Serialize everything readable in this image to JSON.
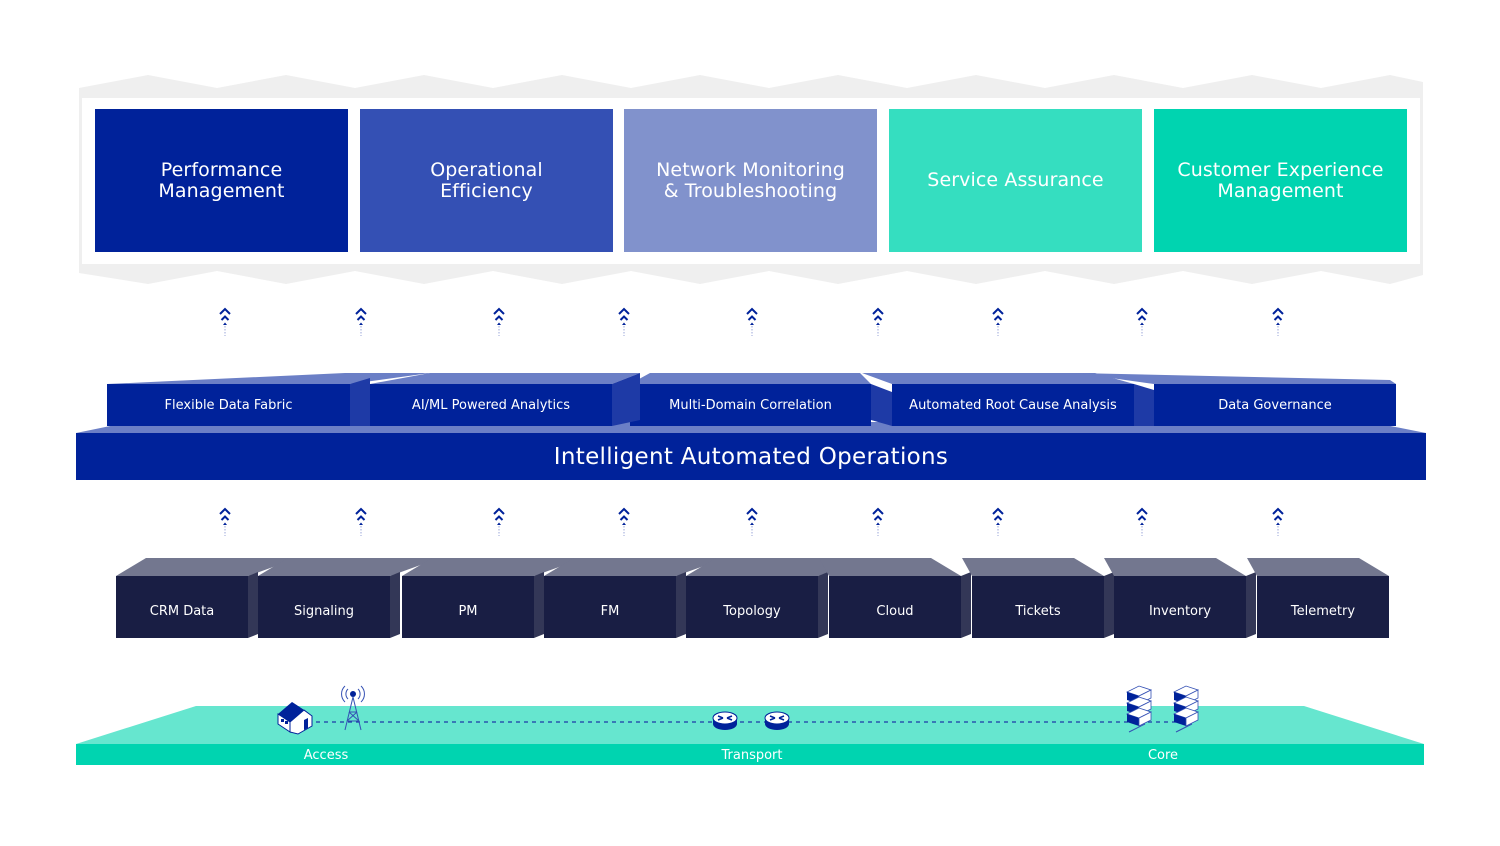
{
  "colors": {
    "navy": "#00229a",
    "royal": "#3450b4",
    "periwinkle": "#8192cc",
    "mint": "#35dec0",
    "teal": "#00d4b0",
    "capability_top": "#6b7fc6",
    "capability_side": "#1e3aa6",
    "source_front": "#191e44",
    "source_top": "#73778f",
    "source_side": "#333757",
    "network_top": "#66e6cf",
    "network_front": "#00d4b0",
    "arrow": "#00229a"
  },
  "use_cases": [
    {
      "label": "Performance\nManagement",
      "color": "#00229a"
    },
    {
      "label": "Operational\nEfficiency",
      "color": "#3450b4"
    },
    {
      "label": "Network Monitoring\n& Troubleshooting",
      "color": "#8192cc"
    },
    {
      "label": "Service Assurance",
      "color": "#35dec0"
    },
    {
      "label": "Customer Experience\nManagement",
      "color": "#00d4b0"
    }
  ],
  "platform": {
    "title": "Intelligent  Automated Operations",
    "capabilities": [
      {
        "label": "Flexible Data Fabric"
      },
      {
        "label": "AI/ML Powered Analytics"
      },
      {
        "label": "Multi-Domain Correlation"
      },
      {
        "label": "Automated Root Cause Analysis"
      },
      {
        "label": "Data Governance"
      }
    ]
  },
  "arrows": {
    "upper_row_count": 9,
    "lower_row_count": 9,
    "icon": "double-chevron-up-icon"
  },
  "data_sources": [
    {
      "label": "CRM Data"
    },
    {
      "label": "Signaling"
    },
    {
      "label": "PM"
    },
    {
      "label": "FM"
    },
    {
      "label": "Topology"
    },
    {
      "label": "Cloud"
    },
    {
      "label": "Tickets"
    },
    {
      "label": "Inventory"
    },
    {
      "label": "Telemetry"
    }
  ],
  "network": {
    "domains": [
      {
        "label": "Access",
        "icons": [
          "house-icon",
          "cell-tower-icon"
        ]
      },
      {
        "label": "Transport",
        "icons": [
          "router-icon",
          "router-icon"
        ]
      },
      {
        "label": "Core",
        "icons": [
          "server-stack-icon",
          "server-stack-icon"
        ]
      }
    ]
  }
}
